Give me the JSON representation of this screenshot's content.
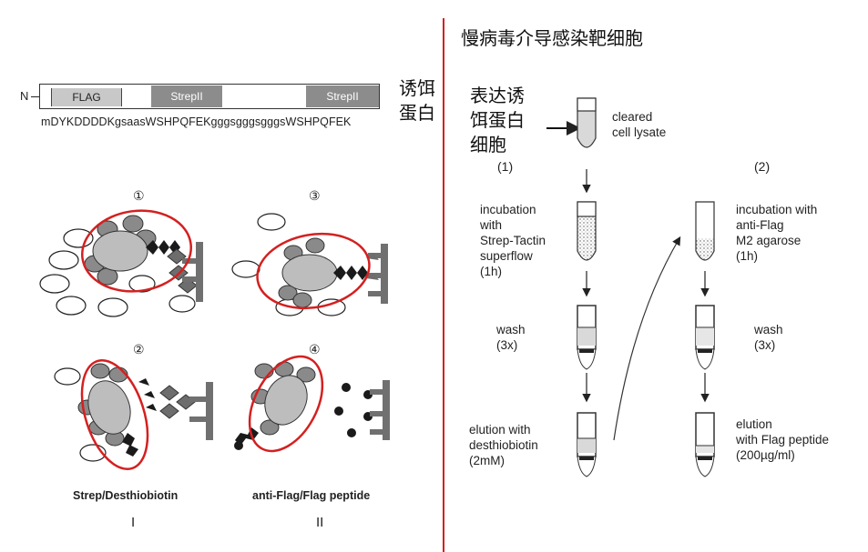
{
  "left": {
    "construct": {
      "n_terminus": "N",
      "segments": [
        "FLAG",
        "StrepII",
        "StrepII"
      ],
      "sequence": "mDYKDDDDKgsaasWSHPQFEKgggsgggsgggsWSHPQFEK",
      "label": "诱饵\n蛋白"
    },
    "panels": [
      {
        "marker": "①"
      },
      {
        "marker": "③"
      },
      {
        "marker": "②"
      },
      {
        "marker": "④"
      }
    ],
    "methods": [
      {
        "name": "Strep/Desthiobiotin",
        "numeral": "I"
      },
      {
        "name": "anti-Flag/Flag peptide",
        "numeral": "II"
      }
    ]
  },
  "right": {
    "title": "慢病毒介导感染靶细胞",
    "cell_label": "表达诱\n饵蛋白\n细胞",
    "lysate_label": "cleared\ncell lysate",
    "column1": {
      "marker": "(1)",
      "steps": [
        "incubation\nwith\nStrep-Tactin\nsuperflow\n(1h)",
        "wash\n(3x)",
        "elution with\ndesthiobiotin\n(2mM)"
      ]
    },
    "column2": {
      "marker": "(2)",
      "steps": [
        "incubation with\nanti-Flag\nM2 agarose\n(1h)",
        "wash\n(3x)",
        "elution\nwith Flag peptide\n(200µg/ml)"
      ]
    }
  },
  "colors": {
    "divider": "#d42020",
    "highlight_ellipse": "#d42020",
    "protein": "#bdbdbd",
    "subunit": "#8a8a8a",
    "tag": "#1a1a1a",
    "strep_block": "#8c8c8c"
  }
}
